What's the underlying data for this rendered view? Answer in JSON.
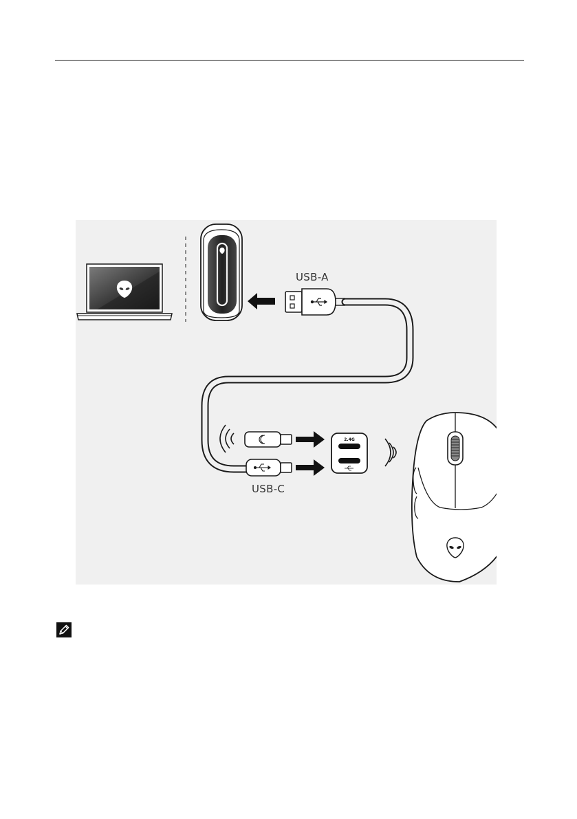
{
  "figure": {
    "label_usb_a": "USB-A",
    "label_usb_c": "USB-C",
    "dongle_port_top_label": "2.4G"
  },
  "icons": {
    "note": "pencil-note-icon",
    "usb": "usb-trident-icon",
    "logo": "alien-head-logo-icon",
    "wireless": "wireless-waves-icon"
  },
  "colors": {
    "figure_background": "#f0f0f0",
    "line": "#1a1a1a"
  }
}
